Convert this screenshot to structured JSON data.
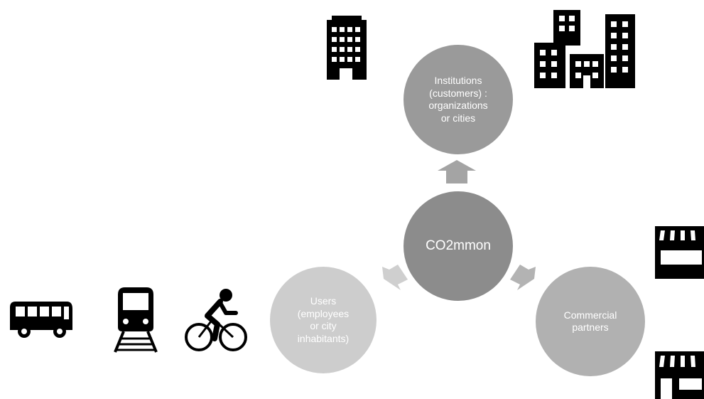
{
  "diagram": {
    "center": {
      "label": "CO2mmon",
      "color": "#8c8c8c"
    },
    "institutions": {
      "label": "Institutions\n(customers) :\norganizations\nor cities",
      "color": "#9a9a9a"
    },
    "users": {
      "label": "Users\n(employees\nor city\ninhabitants)",
      "color": "#cdcdcd"
    },
    "partners": {
      "label": "Commercial\npartners",
      "color": "#b1b1b1"
    },
    "arrows": [
      {
        "from": "center",
        "to": "institutions",
        "color": "#a4a4a4"
      },
      {
        "from": "center",
        "to": "users",
        "color": "#cfcfcf"
      },
      {
        "from": "center",
        "to": "partners",
        "color": "#b3b3b3"
      }
    ]
  },
  "icons": [
    {
      "name": "office-building-icon"
    },
    {
      "name": "city-buildings-icon"
    },
    {
      "name": "bus-icon"
    },
    {
      "name": "train-icon"
    },
    {
      "name": "cyclist-icon"
    },
    {
      "name": "storefront-icon"
    },
    {
      "name": "shop-icon"
    }
  ]
}
